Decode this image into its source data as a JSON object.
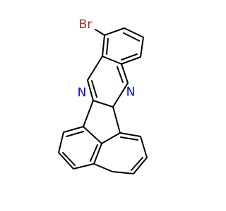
{
  "molecule": {
    "atoms": {
      "bromine": {
        "symbol": "Br",
        "color": "#a52a2a"
      },
      "nitrogen_left": {
        "symbol": "N",
        "color": "#0000ff"
      },
      "nitrogen_right": {
        "symbol": "N",
        "color": "#0000ff"
      }
    },
    "bond_color": "#000000",
    "background": "#ffffff"
  }
}
